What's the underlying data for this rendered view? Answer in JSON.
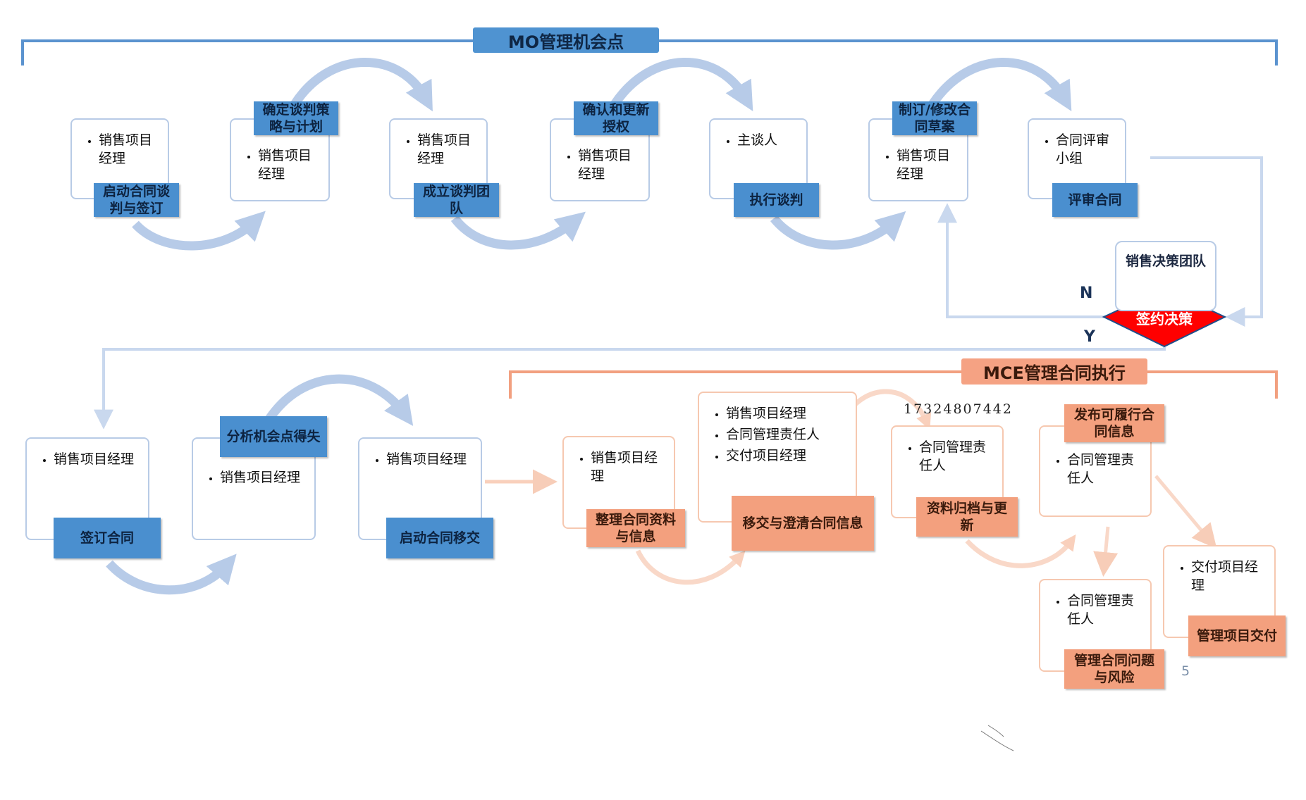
{
  "sections": {
    "mo_title": "MO管理机会点",
    "mce_title": "MCE管理合同执行"
  },
  "mo_nodes": [
    {
      "roles": [
        "销售项目经理"
      ],
      "action": "启动合同谈判与签订"
    },
    {
      "roles": [
        "销售项目经理"
      ],
      "action": "确定谈判策略与计划"
    },
    {
      "roles": [
        "销售项目经理"
      ],
      "action": "成立谈判团队"
    },
    {
      "roles": [
        "销售项目经理"
      ],
      "action": "确认和更新授权"
    },
    {
      "roles": [
        "主谈人"
      ],
      "action": "执行谈判"
    },
    {
      "roles": [
        "销售项目经理"
      ],
      "action": "制订/修改合同草案"
    },
    {
      "roles": [
        "合同评审小组"
      ],
      "action": "评审合同"
    },
    {
      "roles": [
        "销售项目经理"
      ],
      "action": "签订合同"
    },
    {
      "roles": [
        "销售项目经理"
      ],
      "action": "分析机会点得失"
    },
    {
      "roles": [
        "销售项目经理"
      ],
      "action": "启动合同移交"
    }
  ],
  "decision": {
    "team": "销售决策团队",
    "label": "签约决策",
    "no": "N",
    "yes": "Y"
  },
  "mce_nodes": [
    {
      "roles": [
        "销售项目经理"
      ],
      "action": "整理合同资料与信息"
    },
    {
      "roles": [
        "销售项目经理",
        "合同管理责任人",
        "交付项目经理"
      ],
      "action": "移交与澄清合同信息"
    },
    {
      "roles": [
        "合同管理责任人"
      ],
      "action": "资料归档与更新"
    },
    {
      "roles": [
        "合同管理责任人"
      ],
      "action": "发布可履行合同信息"
    },
    {
      "roles": [
        "合同管理责任人"
      ],
      "action": "管理合同问题与风险"
    },
    {
      "roles": [
        "交付项目经理"
      ],
      "action": "管理项目交付"
    }
  ],
  "watermark_phone": "17324807442",
  "page_number": "5",
  "colors": {
    "mo_blue": "#4a8fcf",
    "mo_border": "#b8cbe6",
    "mo_arrow": "#b7cbe8",
    "mce_orange": "#f3a07e",
    "mce_border": "#f6c8b0",
    "decision_red": "#ff0000"
  }
}
